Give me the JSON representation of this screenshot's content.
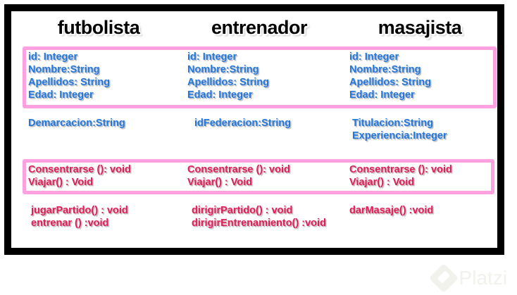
{
  "diagram": {
    "type": "uml-class-diagram",
    "colors": {
      "attribute_text": "#2277dd",
      "method_text": "#e31b58",
      "highlight_border": "#ffa0e0",
      "frame": "#000000",
      "background": "#ffffff",
      "watermark": "#f1f2ec"
    },
    "classes": [
      {
        "name": "futbolista",
        "shared_attributes": [
          "id: Integer",
          "Nombre:String",
          "Apellidos: String",
          "Edad: Integer"
        ],
        "own_attributes": [
          "Demarcacion:String"
        ],
        "shared_methods": [
          "Consentrarse (): void",
          "Viajar() : Void"
        ],
        "own_methods": [
          "jugarPartido() : void",
          "entrenar () :void"
        ]
      },
      {
        "name": "entrenador",
        "shared_attributes": [
          "id: Integer",
          "Nombre:String",
          "Apellidos: String",
          "Edad: Integer"
        ],
        "own_attributes": [
          "idFederacion:String"
        ],
        "shared_methods": [
          "Consentrarse (): void",
          "Viajar() : Void"
        ],
        "own_methods": [
          "dirigirPartido() : void",
          "dirigirEntrenamiento() :void"
        ]
      },
      {
        "name": "masajista",
        "shared_attributes": [
          "id: Integer",
          "Nombre:String",
          "Apellidos: String",
          "Edad: Integer"
        ],
        "own_attributes": [
          "Titulacion:String",
          "Experiencia:Integer"
        ],
        "shared_methods": [
          "Consentrarse (): void",
          "Viajar() : Void"
        ],
        "own_methods": [
          "darMasaje() :void"
        ]
      }
    ]
  },
  "watermark": {
    "brand": "Platzi",
    "logo_icon": "platzi-diamond-icon"
  }
}
